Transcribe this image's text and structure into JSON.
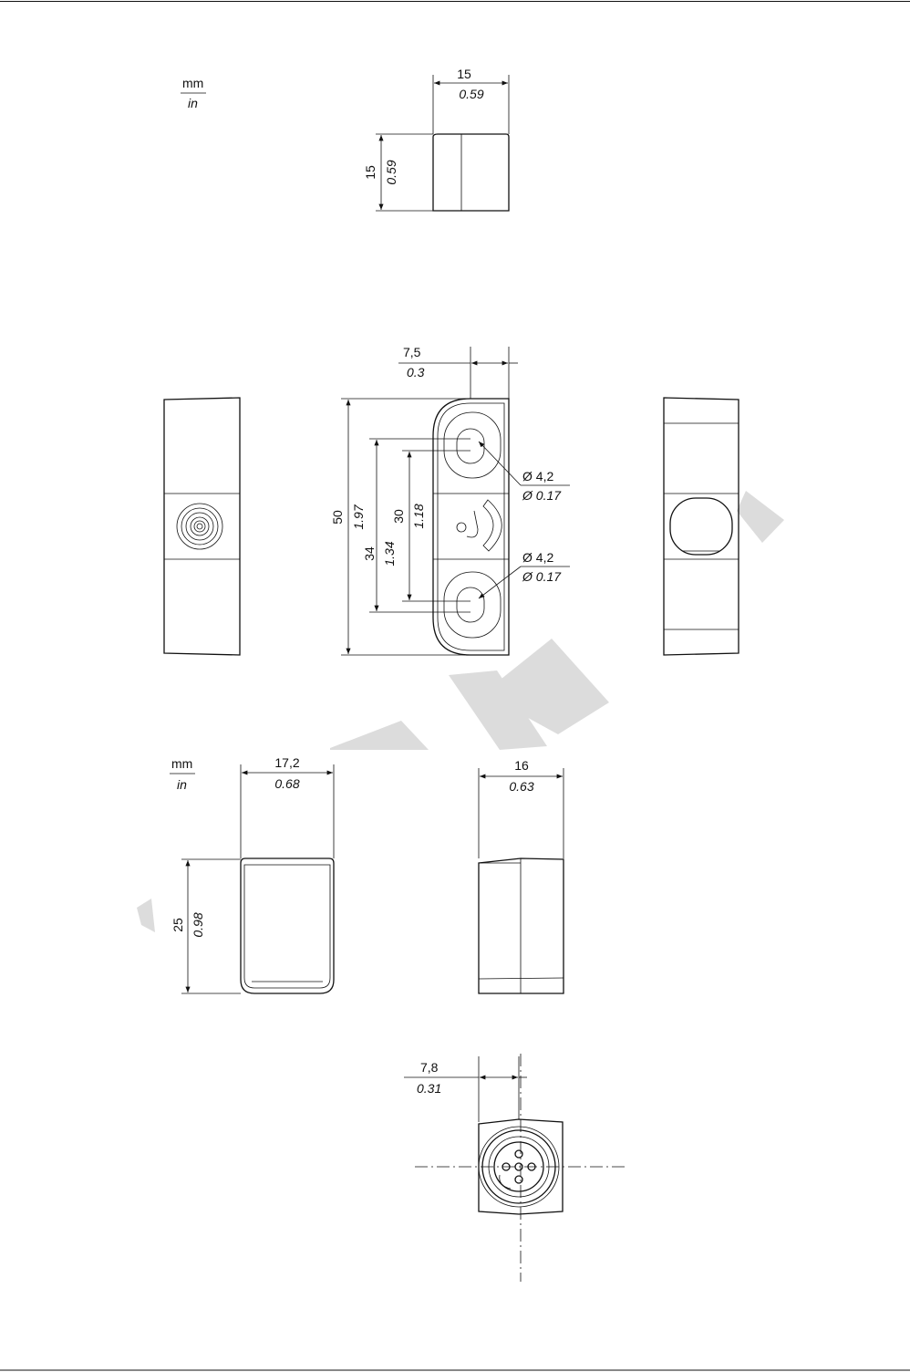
{
  "units": {
    "top": "mm",
    "bottom": "in"
  },
  "sensor": {
    "width": {
      "mm": "15",
      "in": "0.59"
    },
    "height": {
      "mm": "15",
      "in": "0.59"
    }
  },
  "actuator": {
    "offset": {
      "mm": "7,5",
      "in": "0.3"
    },
    "length": {
      "mm": "50",
      "in": "1.97"
    },
    "outer_pitch": {
      "mm": "34",
      "in": "1.34"
    },
    "inner_pitch": {
      "mm": "30",
      "in": "1.18"
    },
    "hole_top": {
      "mm": "Ø 4,2",
      "in": "Ø 0.17"
    },
    "hole_bottom": {
      "mm": "Ø 4,2",
      "in": "Ø 0.17"
    }
  },
  "connector_body": {
    "width": {
      "mm": "17,2",
      "in": "0.68"
    },
    "height": {
      "mm": "25",
      "in": "0.98"
    },
    "depth": {
      "mm": "16",
      "in": "0.63"
    },
    "offset": {
      "mm": "7,8",
      "in": "0.31"
    }
  },
  "colors": {
    "line": "#111111",
    "watermark": "#dcdcdc"
  }
}
